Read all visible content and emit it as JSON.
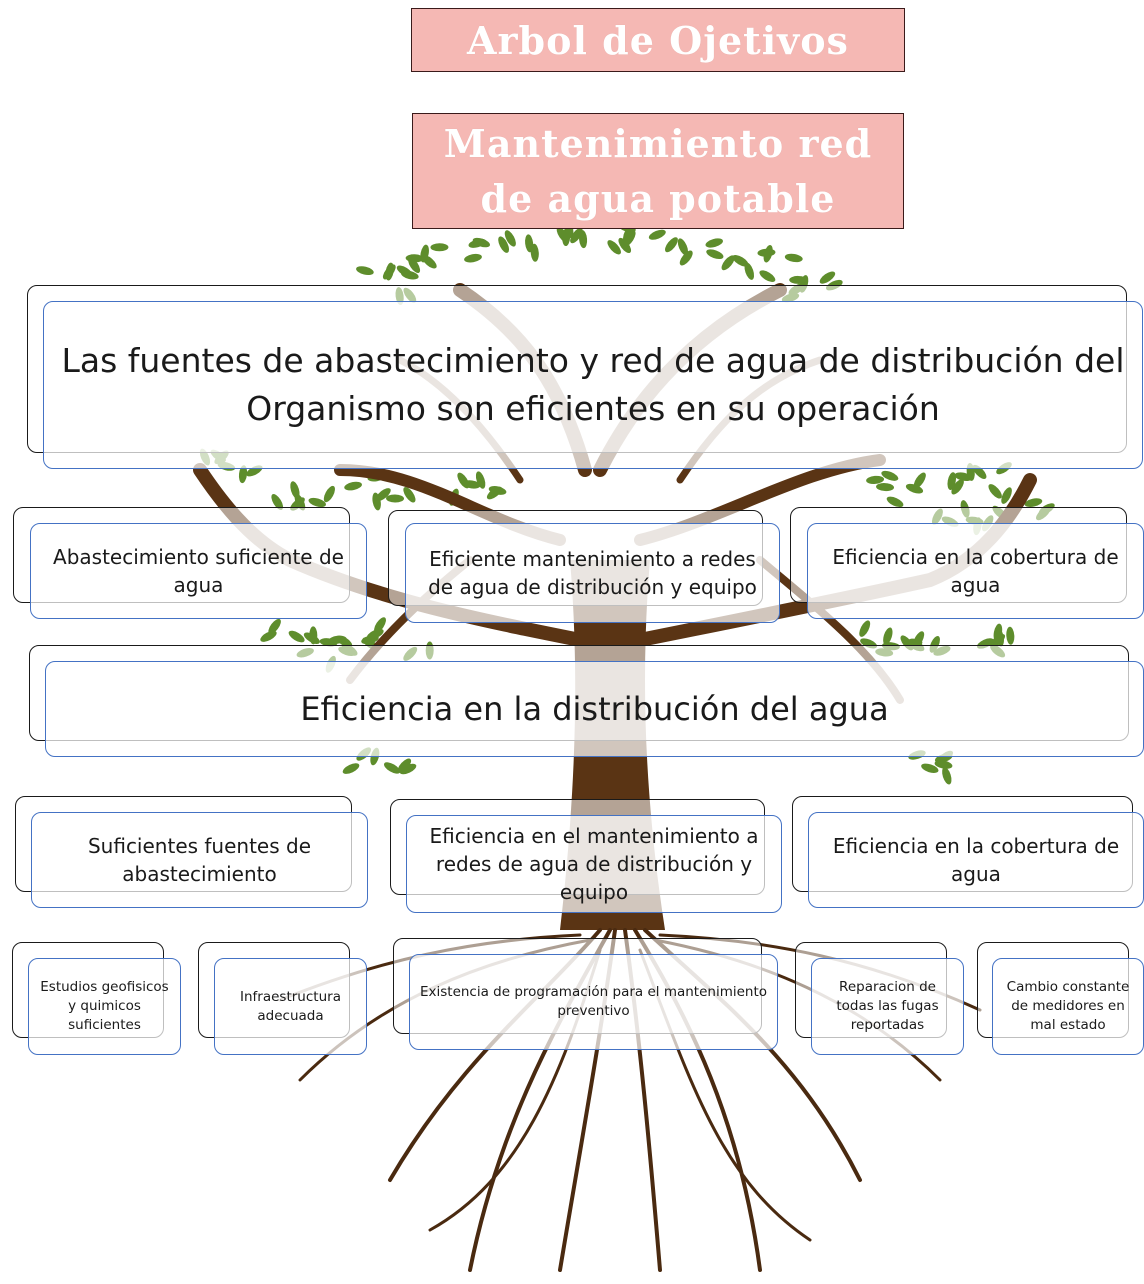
{
  "title": "Arbol de Ojetivos",
  "subtitle": "Mantenimiento red de agua potable",
  "main_objective": "Las  fuentes de abastecimiento y red de agua de distribución  del Organismo son eficientes en su operación",
  "level2": [
    "Abastecimiento suficiente de agua",
    "Eficiente mantenimiento a redes de agua de distribución y equipo",
    "Eficiencia en la cobertura de agua"
  ],
  "central": "Eficiencia en la distribución del agua",
  "level4": [
    "Suficientes fuentes de abastecimiento",
    "Eficiencia en el mantenimiento a redes de agua  de distribución y equipo",
    "Eficiencia en la  cobertura de agua"
  ],
  "level5": [
    "Estudios geofisicos y quimicos suficientes",
    "Infraestructura adecuada",
    "Existencia de programación para el mantenimiento preventivo",
    "Reparacion de todas las fugas reportadas",
    "Cambio constante de medidores en mal estado"
  ],
  "colors": {
    "title_fill": "#f5b8b4",
    "box_border": "#4472c4",
    "trunk": "#5a3414",
    "leaf": "#5e8d2c",
    "connector": "#4472c4"
  }
}
